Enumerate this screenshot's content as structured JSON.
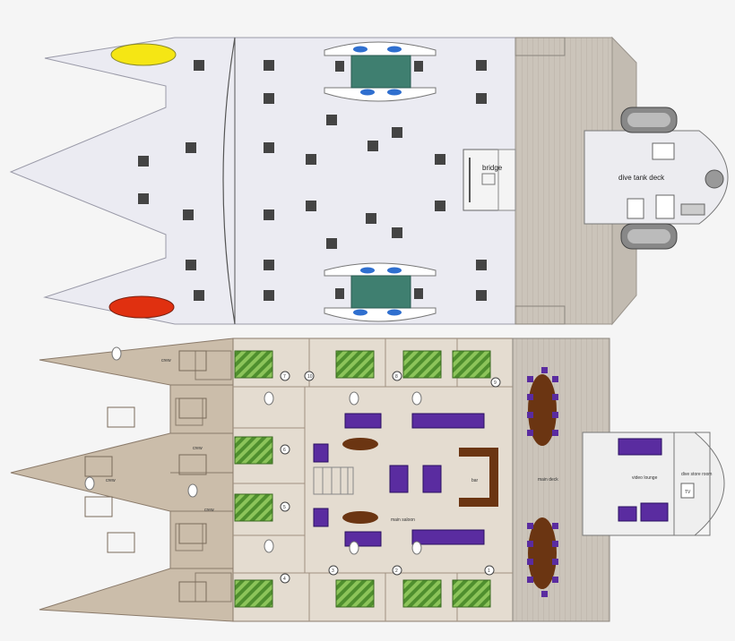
{
  "colors": {
    "background": "#f5f5f5",
    "upper_deck": "#ebebf2",
    "lower_deck": "#e4dcd0",
    "crew_area": "#cbbdaa",
    "wood_deck": "#c9c2b8",
    "sunbed": "#444444",
    "bed_green": "#5e9b3a",
    "sofa_purple": "#5a2ca0",
    "table_brown": "#6b3512",
    "kayak_yellow": "#f5e614",
    "kayak_red": "#e03010",
    "teal": "#3f7f70",
    "porthole_blue": "#2f6fcf"
  },
  "upper_deck": {
    "bridge_label": "bridge",
    "dive_tank_label": "dive tank deck"
  },
  "lower_deck": {
    "crew_labels": [
      "crew",
      "crew",
      "crew",
      "crew"
    ],
    "bar_label": "bar",
    "main_saloon_label": "main saloon",
    "main_deck_label": "main deck",
    "video_lounge_label": "video lounge",
    "dive_store_label": "dive store room",
    "tv_label": "TV",
    "cabin_numbers": [
      "1",
      "2",
      "3",
      "4",
      "5",
      "6",
      "7",
      "8",
      "9",
      "10"
    ]
  }
}
